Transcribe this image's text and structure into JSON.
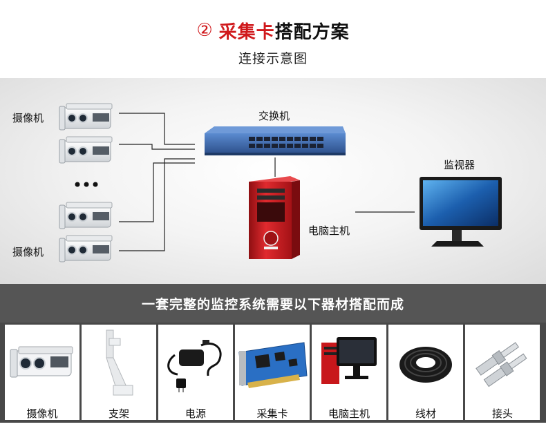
{
  "header": {
    "number": "②",
    "title_red": "采集卡",
    "title_black": "搭配方案",
    "subtitle": "连接示意图"
  },
  "diagram": {
    "camera_label_top": "摄像机",
    "camera_label_bottom": "摄像机",
    "ellipsis": "• • •",
    "switch_label": "交换机",
    "pc_label": "电脑主机",
    "monitor_label": "监视器"
  },
  "banner": {
    "text": "一套完整的监控系统需要以下器材搭配而成"
  },
  "items": [
    {
      "name": "摄像机",
      "icon": "camera-icon"
    },
    {
      "name": "支架",
      "icon": "bracket-icon"
    },
    {
      "name": "电源",
      "icon": "power-adapter-icon"
    },
    {
      "name": "采集卡",
      "icon": "capture-card-icon"
    },
    {
      "name": "电脑主机",
      "icon": "computer-icon"
    },
    {
      "name": "线材",
      "icon": "cable-icon"
    },
    {
      "name": "接头",
      "icon": "connector-icon"
    }
  ],
  "colors": {
    "accent_red": "#d0191c",
    "banner_gray": "#555555",
    "switch_blue": "#3f6fb8",
    "pc_red": "#c8171b"
  }
}
